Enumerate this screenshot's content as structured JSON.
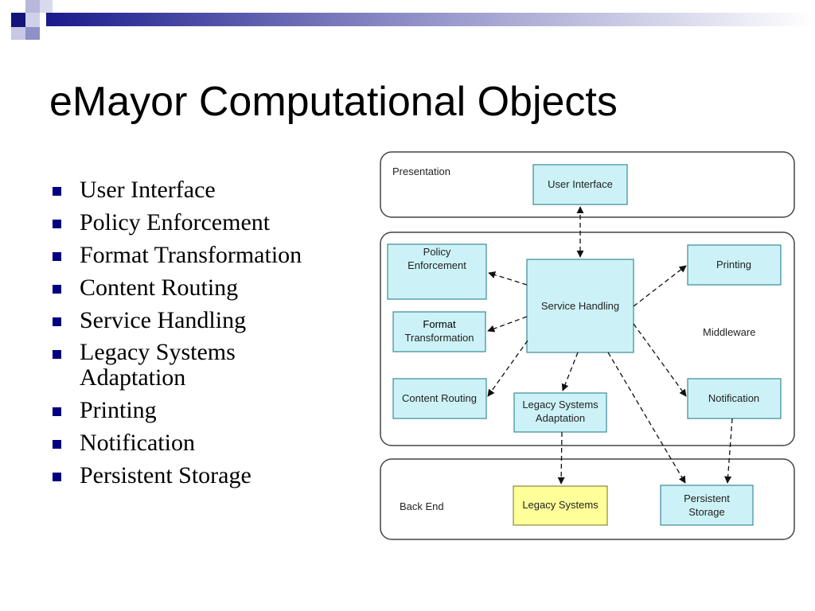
{
  "slide": {
    "title": "eMayor Computational Objects",
    "bullets": [
      "User Interface",
      "Policy Enforcement",
      "Format Transformation",
      "Content Routing",
      "Service Handling",
      "Legacy Systems Adaptation",
      "Printing",
      "Notification",
      "Persistent Storage"
    ]
  },
  "diagram": {
    "layers": {
      "presentation": "Presentation",
      "middleware": "Middleware",
      "backend": "Back End"
    },
    "boxes": {
      "user_interface": "User Interface",
      "policy_enforcement": [
        "Policy",
        "Enforcement"
      ],
      "format_transformation": [
        "Format",
        "Transformation"
      ],
      "content_routing": "Content Routing",
      "service_handling": "Service Handling",
      "legacy_adaptation": [
        "Legacy Systems",
        "Adaptation"
      ],
      "printing": "Printing",
      "notification": "Notification",
      "legacy_systems": "Legacy Systems",
      "persistent_storage": [
        "Persistent",
        "Storage"
      ]
    }
  },
  "colors": {
    "box_fill": "#ccf2f7",
    "box_stroke": "#3b8a96",
    "legacy_fill": "#ffff99",
    "bullet": "#000080"
  }
}
